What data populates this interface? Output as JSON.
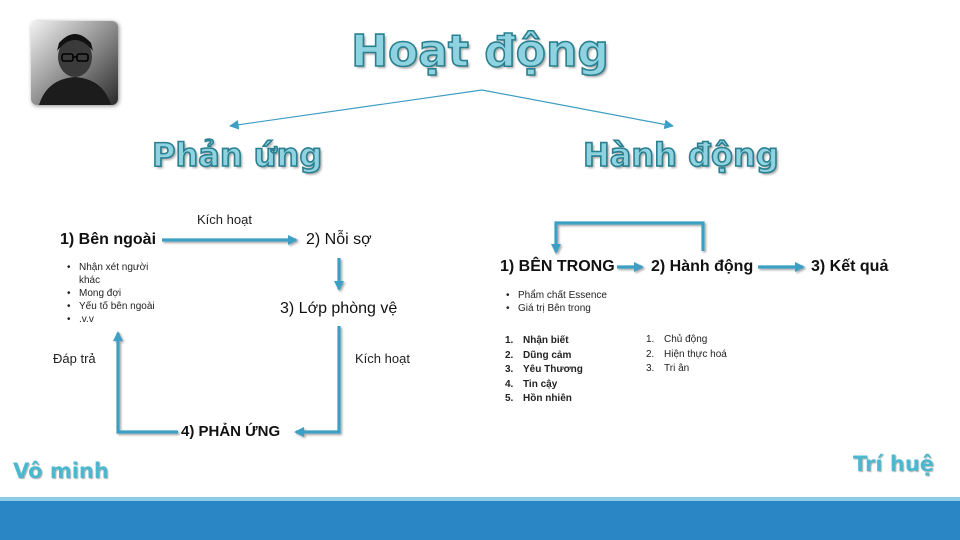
{
  "diagram": {
    "title": "Hoạt động",
    "left_branch": {
      "title": "Phản ứng",
      "node1": "1) Bên ngoài",
      "node2": "2) Nỗi sợ",
      "node3": "3) Lớp phòng vệ",
      "node4": "4) PHẢN ỨNG",
      "label_top": "Kích hoạt",
      "label_right": "Kích hoạt",
      "label_left": "Đáp trả",
      "bullets": [
        "Nhận xét người khác",
        "Mong đợi",
        "Yếu tố bên ngoài",
        ".v.v"
      ],
      "corner": "Vô minh"
    },
    "right_branch": {
      "title": "Hành động",
      "node1": "1) BÊN TRONG",
      "node2": "2) Hành động",
      "node3": "3) Kết quả",
      "bullets": [
        "Phẩm chất Essence",
        "Giá trị Bên trong"
      ],
      "list_bold": [
        "Nhận biết",
        "Dũng cảm",
        "Yêu Thương",
        "Tin cậy",
        "Hồn nhiên"
      ],
      "list_plain": [
        "Chủ động",
        "Hiện thực hoá",
        "Tri ân"
      ],
      "corner": "Trí huệ"
    }
  },
  "colors": {
    "accent": "#4bb8cf",
    "arrow": "#3d9fc4",
    "footer": "#2a86c4"
  }
}
